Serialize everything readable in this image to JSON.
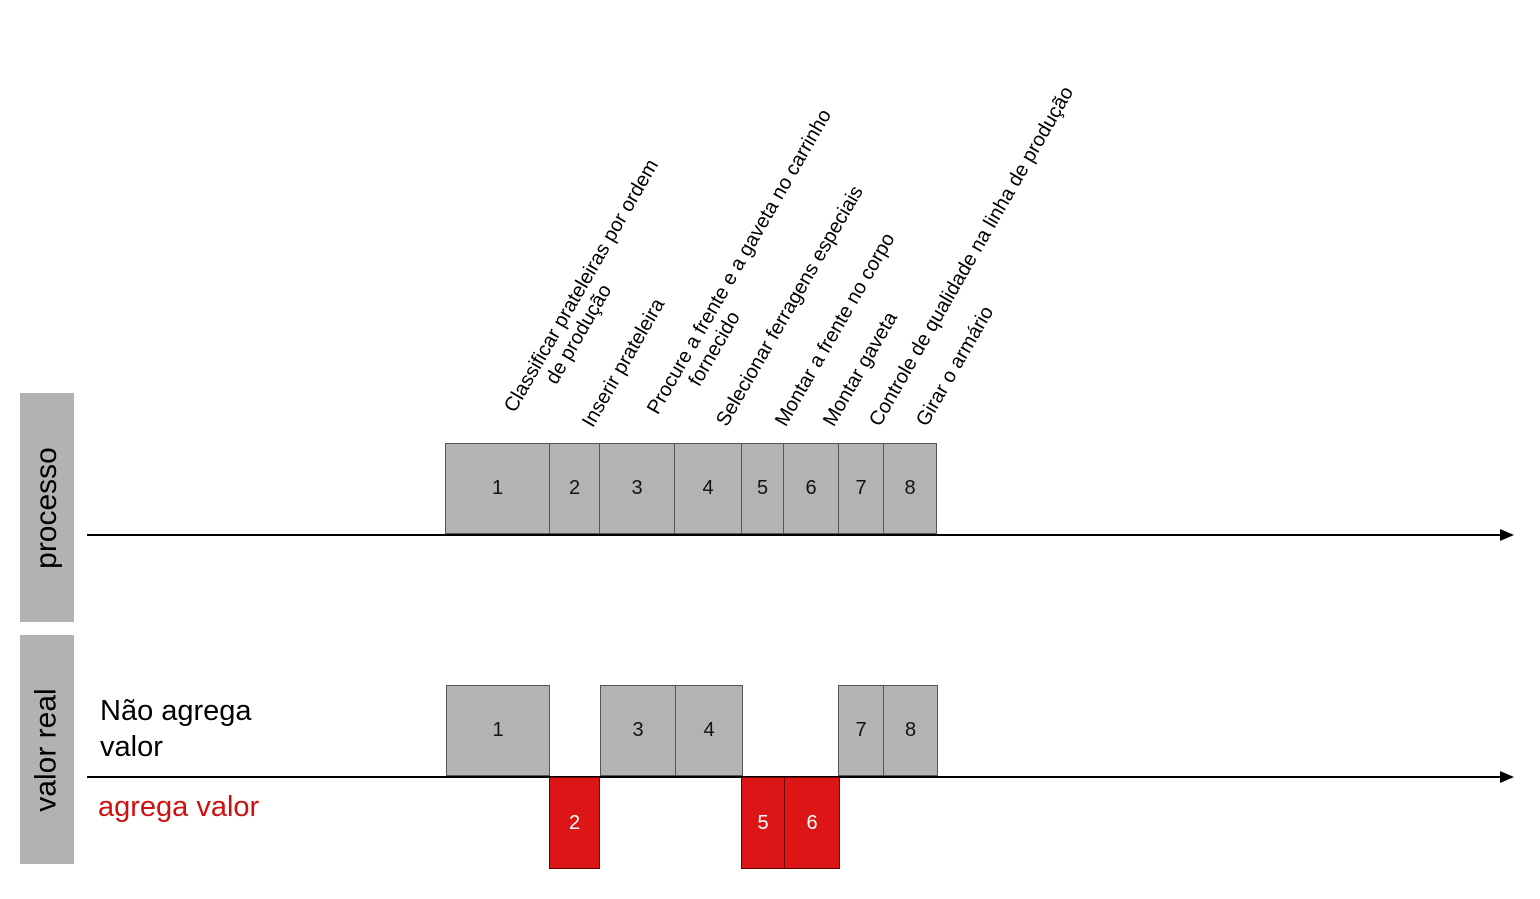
{
  "side_labels": {
    "process": "processo",
    "real_value": "valor real"
  },
  "legend": {
    "non_value_adding": "Não agrega valor",
    "value_adding": "agrega valor"
  },
  "steps": [
    {
      "number": "1",
      "label_line1": "Classificar prateleiras por ordem",
      "label_line2": "de produção",
      "adds_value": false
    },
    {
      "number": "2",
      "label_line1": "Inserir prateleira",
      "label_line2": "",
      "adds_value": true
    },
    {
      "number": "3",
      "label_line1": "Procure a frente e a gaveta no carrinho",
      "label_line2": "fornecido",
      "adds_value": false
    },
    {
      "number": "4",
      "label_line1": "Selecionar ferragens especiais",
      "label_line2": "",
      "adds_value": false
    },
    {
      "number": "5",
      "label_line1": "Montar a frente no corpo",
      "label_line2": "",
      "adds_value": true
    },
    {
      "number": "6",
      "label_line1": "Montar gaveta",
      "label_line2": "",
      "adds_value": true
    },
    {
      "number": "7",
      "label_line1": "Controle de qualidade na linha de produção",
      "label_line2": "",
      "adds_value": false
    },
    {
      "number": "8",
      "label_line1": "Girar o armário",
      "label_line2": "",
      "adds_value": false
    }
  ],
  "colors": {
    "non_value": "#b3b3b3",
    "value": "#dc1616",
    "sidebar": "#b2b2b2"
  }
}
